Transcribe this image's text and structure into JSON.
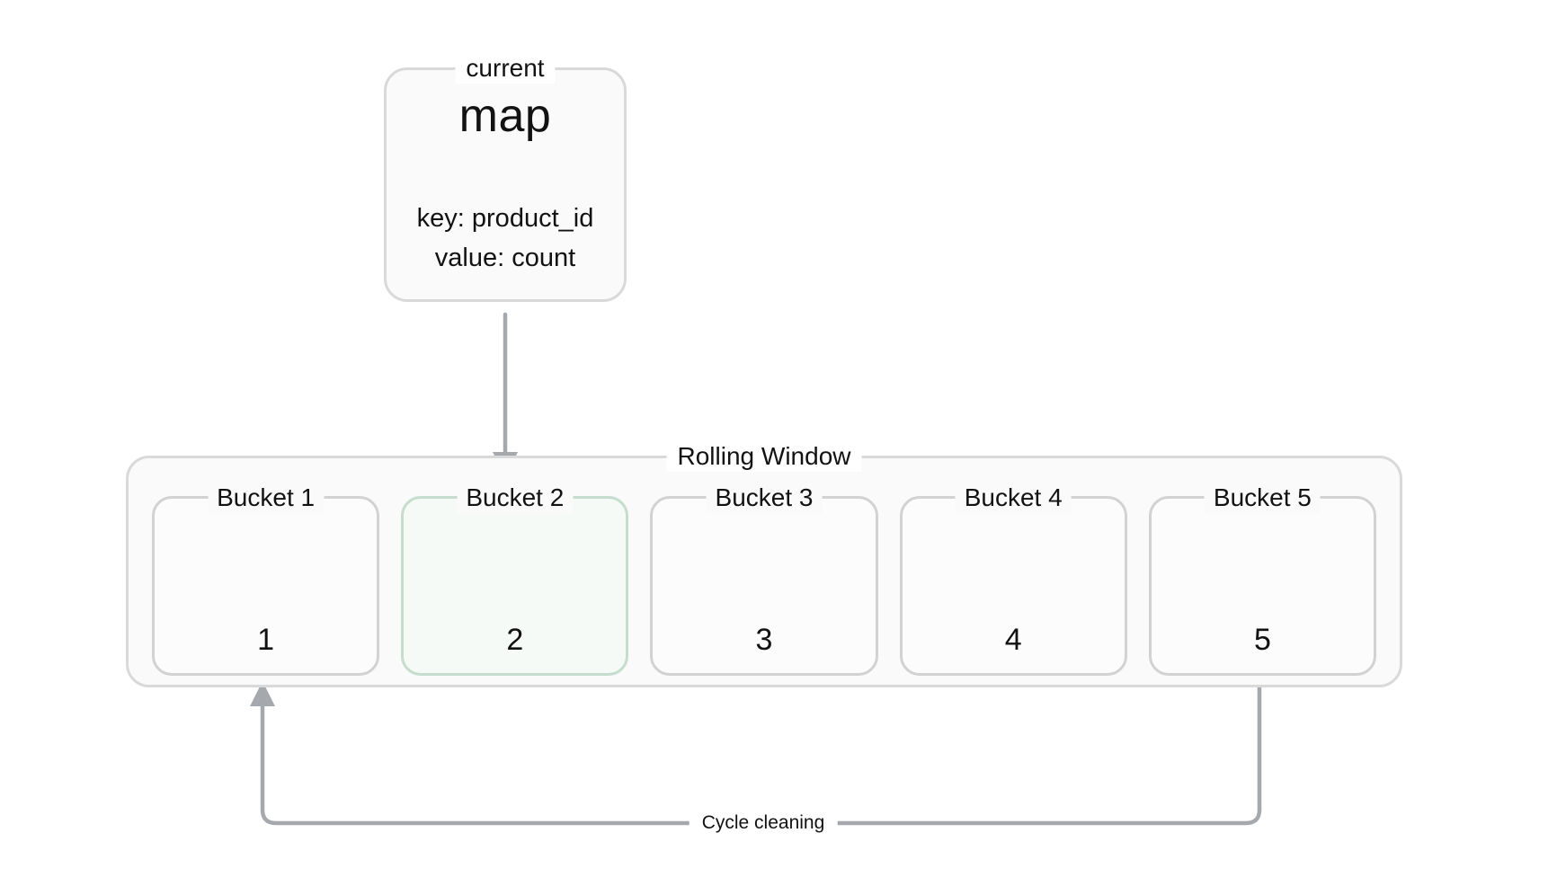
{
  "current_box": {
    "label": "current",
    "title": "map",
    "key_line": "key: product_id",
    "value_line": "value: count"
  },
  "rolling_window": {
    "label": "Rolling Window",
    "buckets": [
      {
        "label": "Bucket 1",
        "value": "1",
        "highlighted": false
      },
      {
        "label": "Bucket 2",
        "value": "2",
        "highlighted": true
      },
      {
        "label": "Bucket 3",
        "value": "3",
        "highlighted": false
      },
      {
        "label": "Bucket 4",
        "value": "4",
        "highlighted": false
      },
      {
        "label": "Bucket 5",
        "value": "5",
        "highlighted": false
      }
    ]
  },
  "cycle_label": "Cycle cleaning",
  "icons": {
    "down_arrow": "arrow-down",
    "cycle_arrow": "arrow-loop-up"
  },
  "colors": {
    "box_border": "#d9d9d9",
    "box_bg": "#fafafa",
    "bucket_border": "#d2d2d2",
    "bucket_bg": "#fcfcfc",
    "highlight_border": "#c6dccc",
    "highlight_bg": "#f6faf7",
    "arrow": "#a5a9ad",
    "text": "#121212"
  }
}
